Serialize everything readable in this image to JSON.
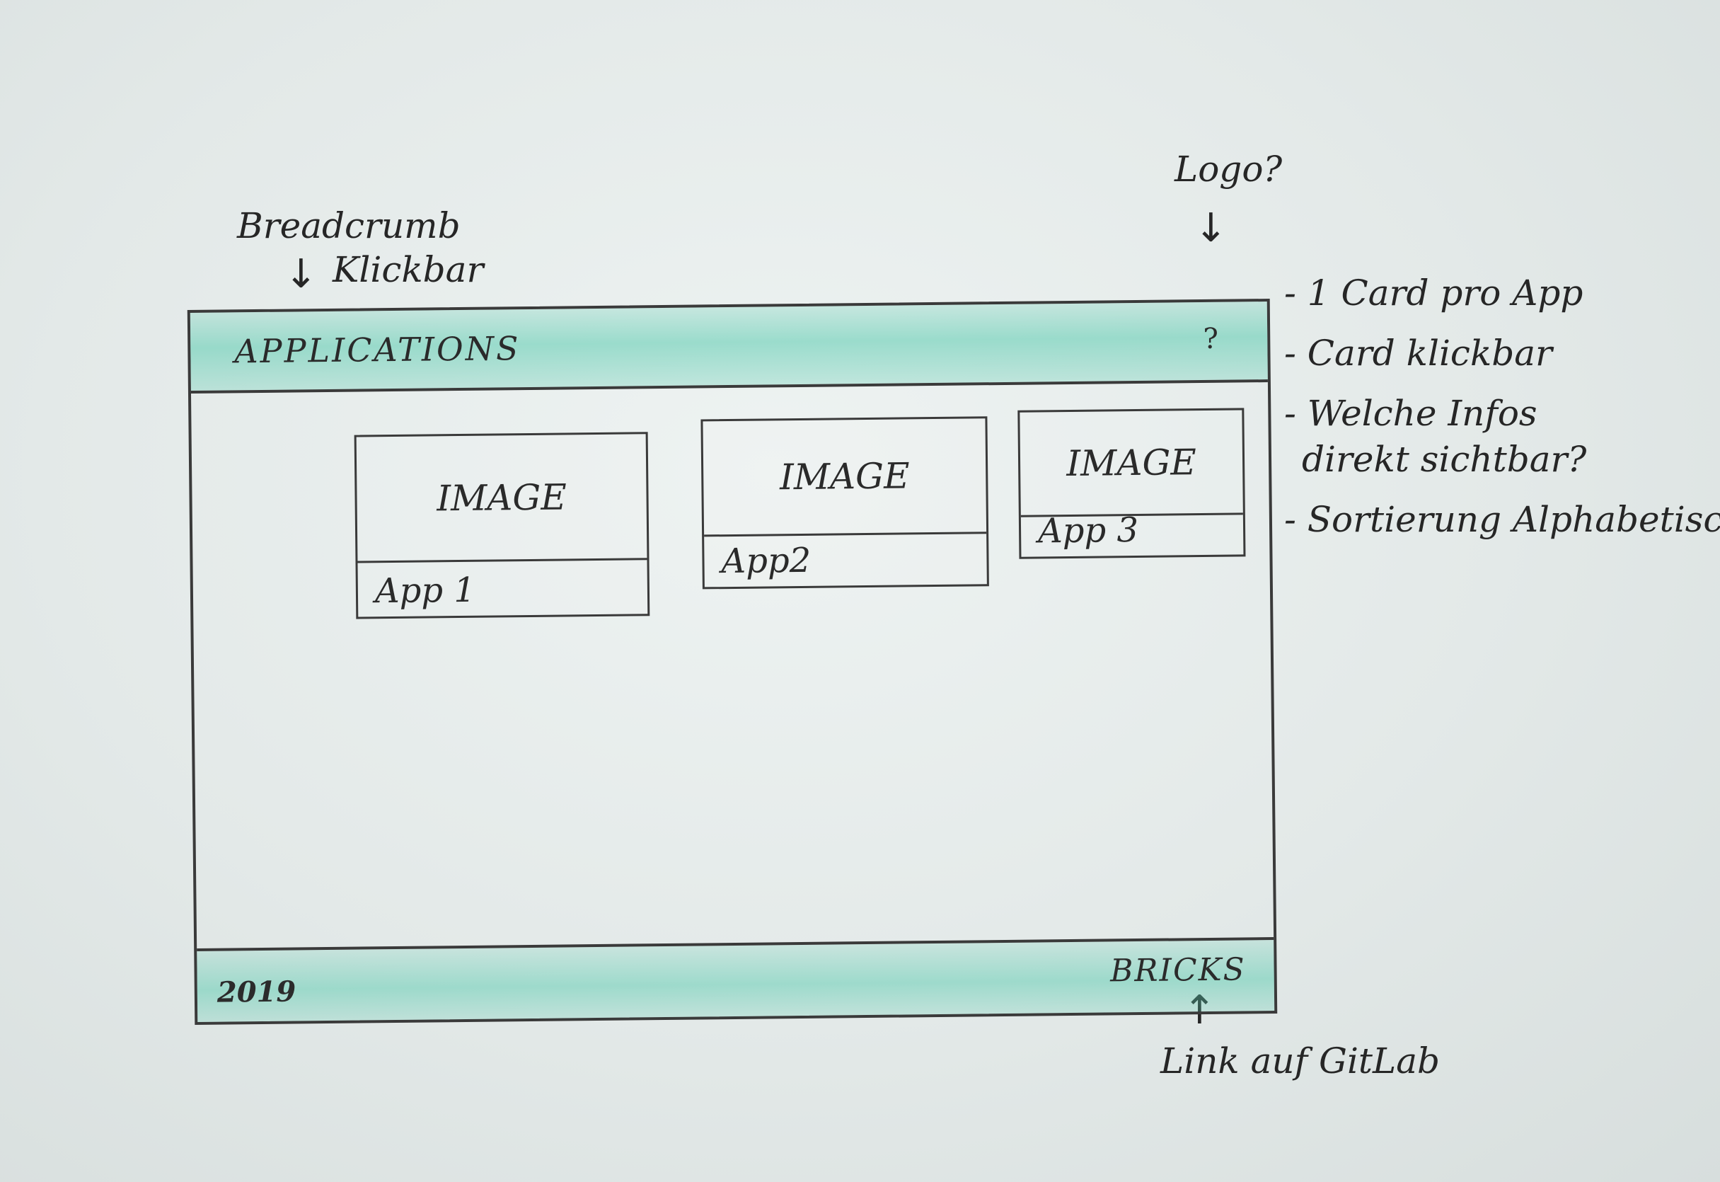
{
  "annotations": {
    "breadcrumb_label": "Breadcrumb",
    "breadcrumb_note": "Klickbar",
    "logo_label": "Logo?",
    "footer_link_note": "Link auf GitLab",
    "side_notes": [
      "- 1 Card pro App",
      "- Card klickbar",
      "- Welche Infos",
      "direkt sichtbar?",
      "- Sortierung Alphabetisch"
    ]
  },
  "header": {
    "title": "APPLICATIONS",
    "logo_placeholder": "?"
  },
  "cards": [
    {
      "image_label": "IMAGE",
      "name": "App 1"
    },
    {
      "image_label": "IMAGE",
      "name": "App2"
    },
    {
      "image_label": "IMAGE",
      "name": "App 3"
    }
  ],
  "footer": {
    "year": "2019",
    "brand": "BRICKS"
  },
  "colors": {
    "accent": "#58cbaf",
    "ink": "#2b2b2b",
    "paper": "#e3e9e8"
  }
}
